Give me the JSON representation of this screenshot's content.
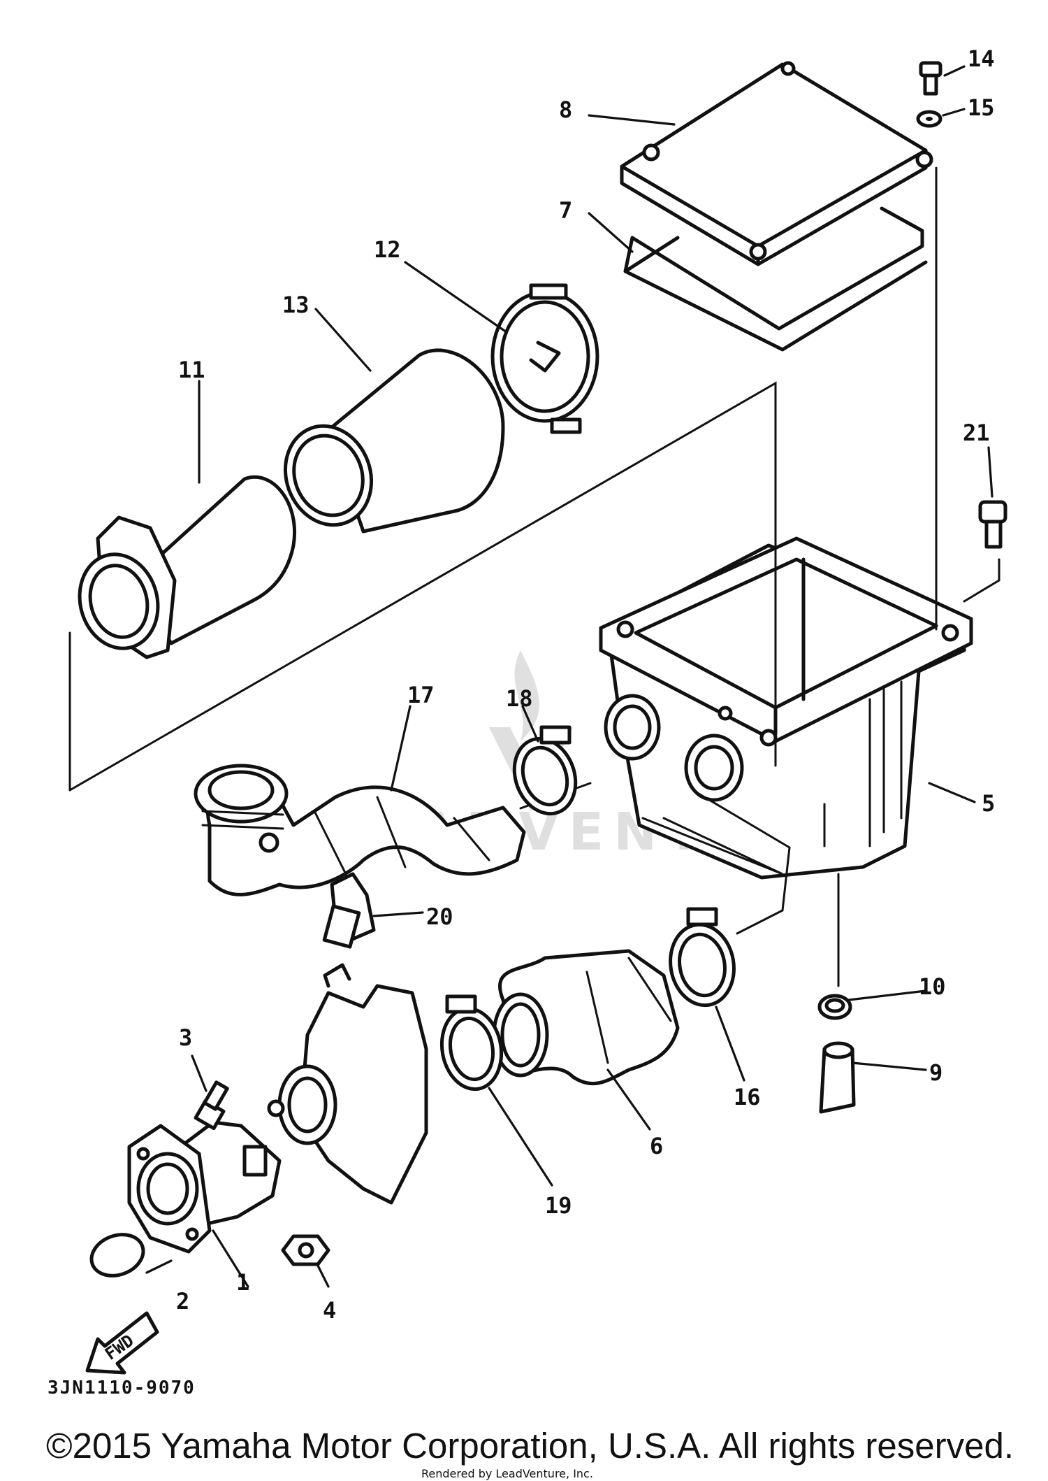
{
  "diagram": {
    "code": "3JN1110-9070",
    "copyright": "©2015 Yamaha Motor Corporation, U.S.A. All rights reserved.",
    "render_credit": "Rendered by LeadVenture, Inc.",
    "watermark": "LEADVENTURE",
    "fwd_arrow": "FWD",
    "callouts": [
      "1",
      "2",
      "3",
      "4",
      "5",
      "6",
      "7",
      "8",
      "9",
      "10",
      "11",
      "12",
      "13",
      "14",
      "15",
      "16",
      "17",
      "18",
      "19",
      "20",
      "21"
    ]
  }
}
